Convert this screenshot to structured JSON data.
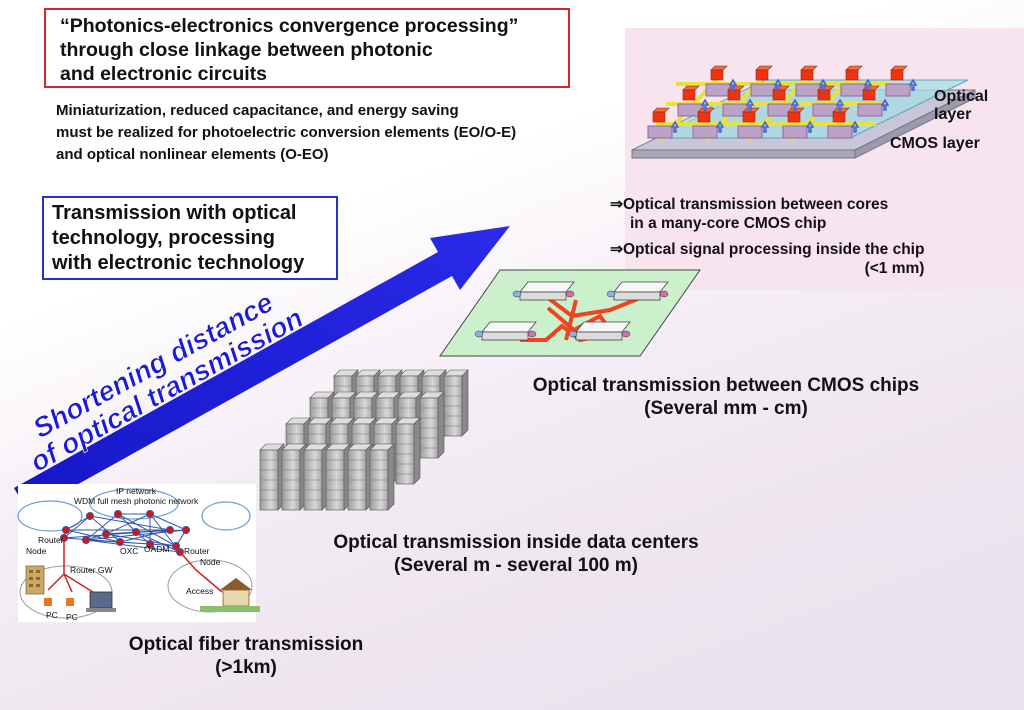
{
  "title_box": {
    "lines": [
      "“Photonics-electronics convergence processing”",
      "through close linkage between photonic",
      "and electronic circuits"
    ]
  },
  "subtitle": {
    "lines": [
      "Miniaturization, reduced capacitance, and energy saving",
      "must be realized for photoelectric conversion elements (EO/O-E)",
      "and optical nonlinear elements (O-EO)"
    ]
  },
  "transmission_box": {
    "lines": [
      "Transmission with optical",
      "technology, processing",
      "with electronic technology"
    ]
  },
  "arrow_text": {
    "line1": "Shortening distance",
    "line2": "of optical transmission"
  },
  "chip_stack": {
    "optical_layer": [
      "Optical",
      "layer"
    ],
    "cmos_layer": "CMOS layer",
    "bullets": [
      [
        "⇒Optical transmission between cores",
        "in a many-core CMOS chip"
      ],
      [
        "⇒Optical signal processing inside the chip",
        "(<1 mm)"
      ]
    ]
  },
  "cmos_chips": {
    "title": "Optical transmission between CMOS chips",
    "range": "(Several mm - cm)"
  },
  "data_centers": {
    "title": "Optical transmission inside data centers",
    "range": "(Several m - several 100 m)"
  },
  "fiber": {
    "title": "Optical fiber transmission",
    "range": "(>1km)"
  },
  "network_labels": {
    "ip_network": "IP network",
    "wdm": "WDM full mesh photonic network",
    "router1": "Router",
    "node1": "Node",
    "router_gw": "Router GW",
    "oxc": "OXC",
    "oadm": "OADM",
    "router2": "Router",
    "node2": "Node",
    "access": "Access",
    "pc1": "PC",
    "pc2": "PC"
  },
  "colors": {
    "arrow_blue": "#1a1ad8",
    "title_border": "#e0222a",
    "box_border": "#2433c8",
    "board_green": "#cdf0cc",
    "waveguide_orange": "#ee4422",
    "chip_red": "#ee3311"
  }
}
